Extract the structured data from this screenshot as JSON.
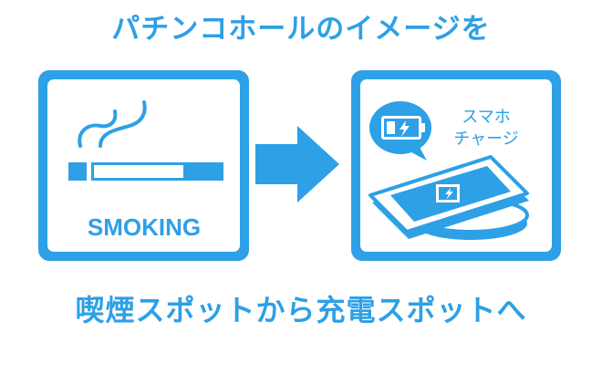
{
  "title": "パチンコホールのイメージを",
  "left_sign": {
    "label": "SMOKING",
    "icon": "cigarette-icon"
  },
  "arrow_icon": "right-arrow-icon",
  "right_sign": {
    "callout_line1": "スマホ",
    "callout_line2": "チャージ",
    "icons": [
      "battery-charging-icon",
      "smartphone-icon",
      "wireless-charger-icon"
    ]
  },
  "caption": "喫煙スポットから充電スポットへ",
  "colors": {
    "brand_blue": "#2da0e6",
    "light_blue": "#5fc4f2",
    "white": "#ffffff"
  }
}
